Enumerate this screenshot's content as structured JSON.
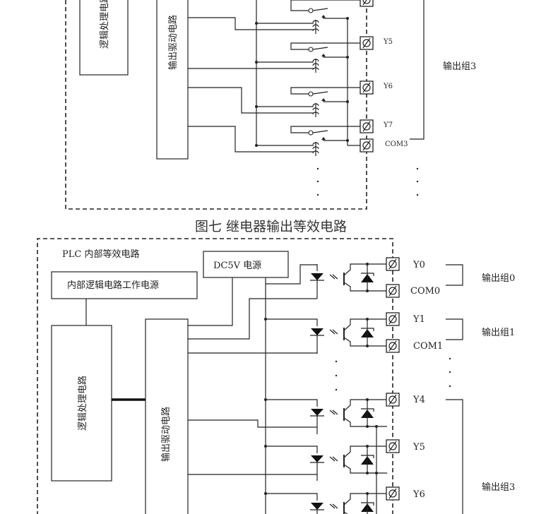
{
  "relay_figure": {
    "logic_box_label": "逻辑处理电路",
    "drive_box_label": "输出驱动电路",
    "terminals": [
      "Y5",
      "Y6",
      "Y7",
      "COM3"
    ],
    "group_label": "输出组3",
    "caption": "图七    继电器输出等效电路"
  },
  "transistor_figure": {
    "title": "PLC    内部等效电路",
    "power_box_label": "DC5V   电源",
    "internal_power_label": "内部逻辑电路工作电源",
    "logic_box_label": "逻辑处理电路",
    "drive_box_label": "输出驱动电路",
    "terminals": [
      "Y0",
      "COM0",
      "Y1",
      "COM1",
      "Y4",
      "Y5",
      "Y6"
    ],
    "groups": [
      "输出组0",
      "输出组1",
      "输出组3"
    ]
  },
  "colors": {
    "line": "#222222",
    "background": "#ffffff"
  }
}
